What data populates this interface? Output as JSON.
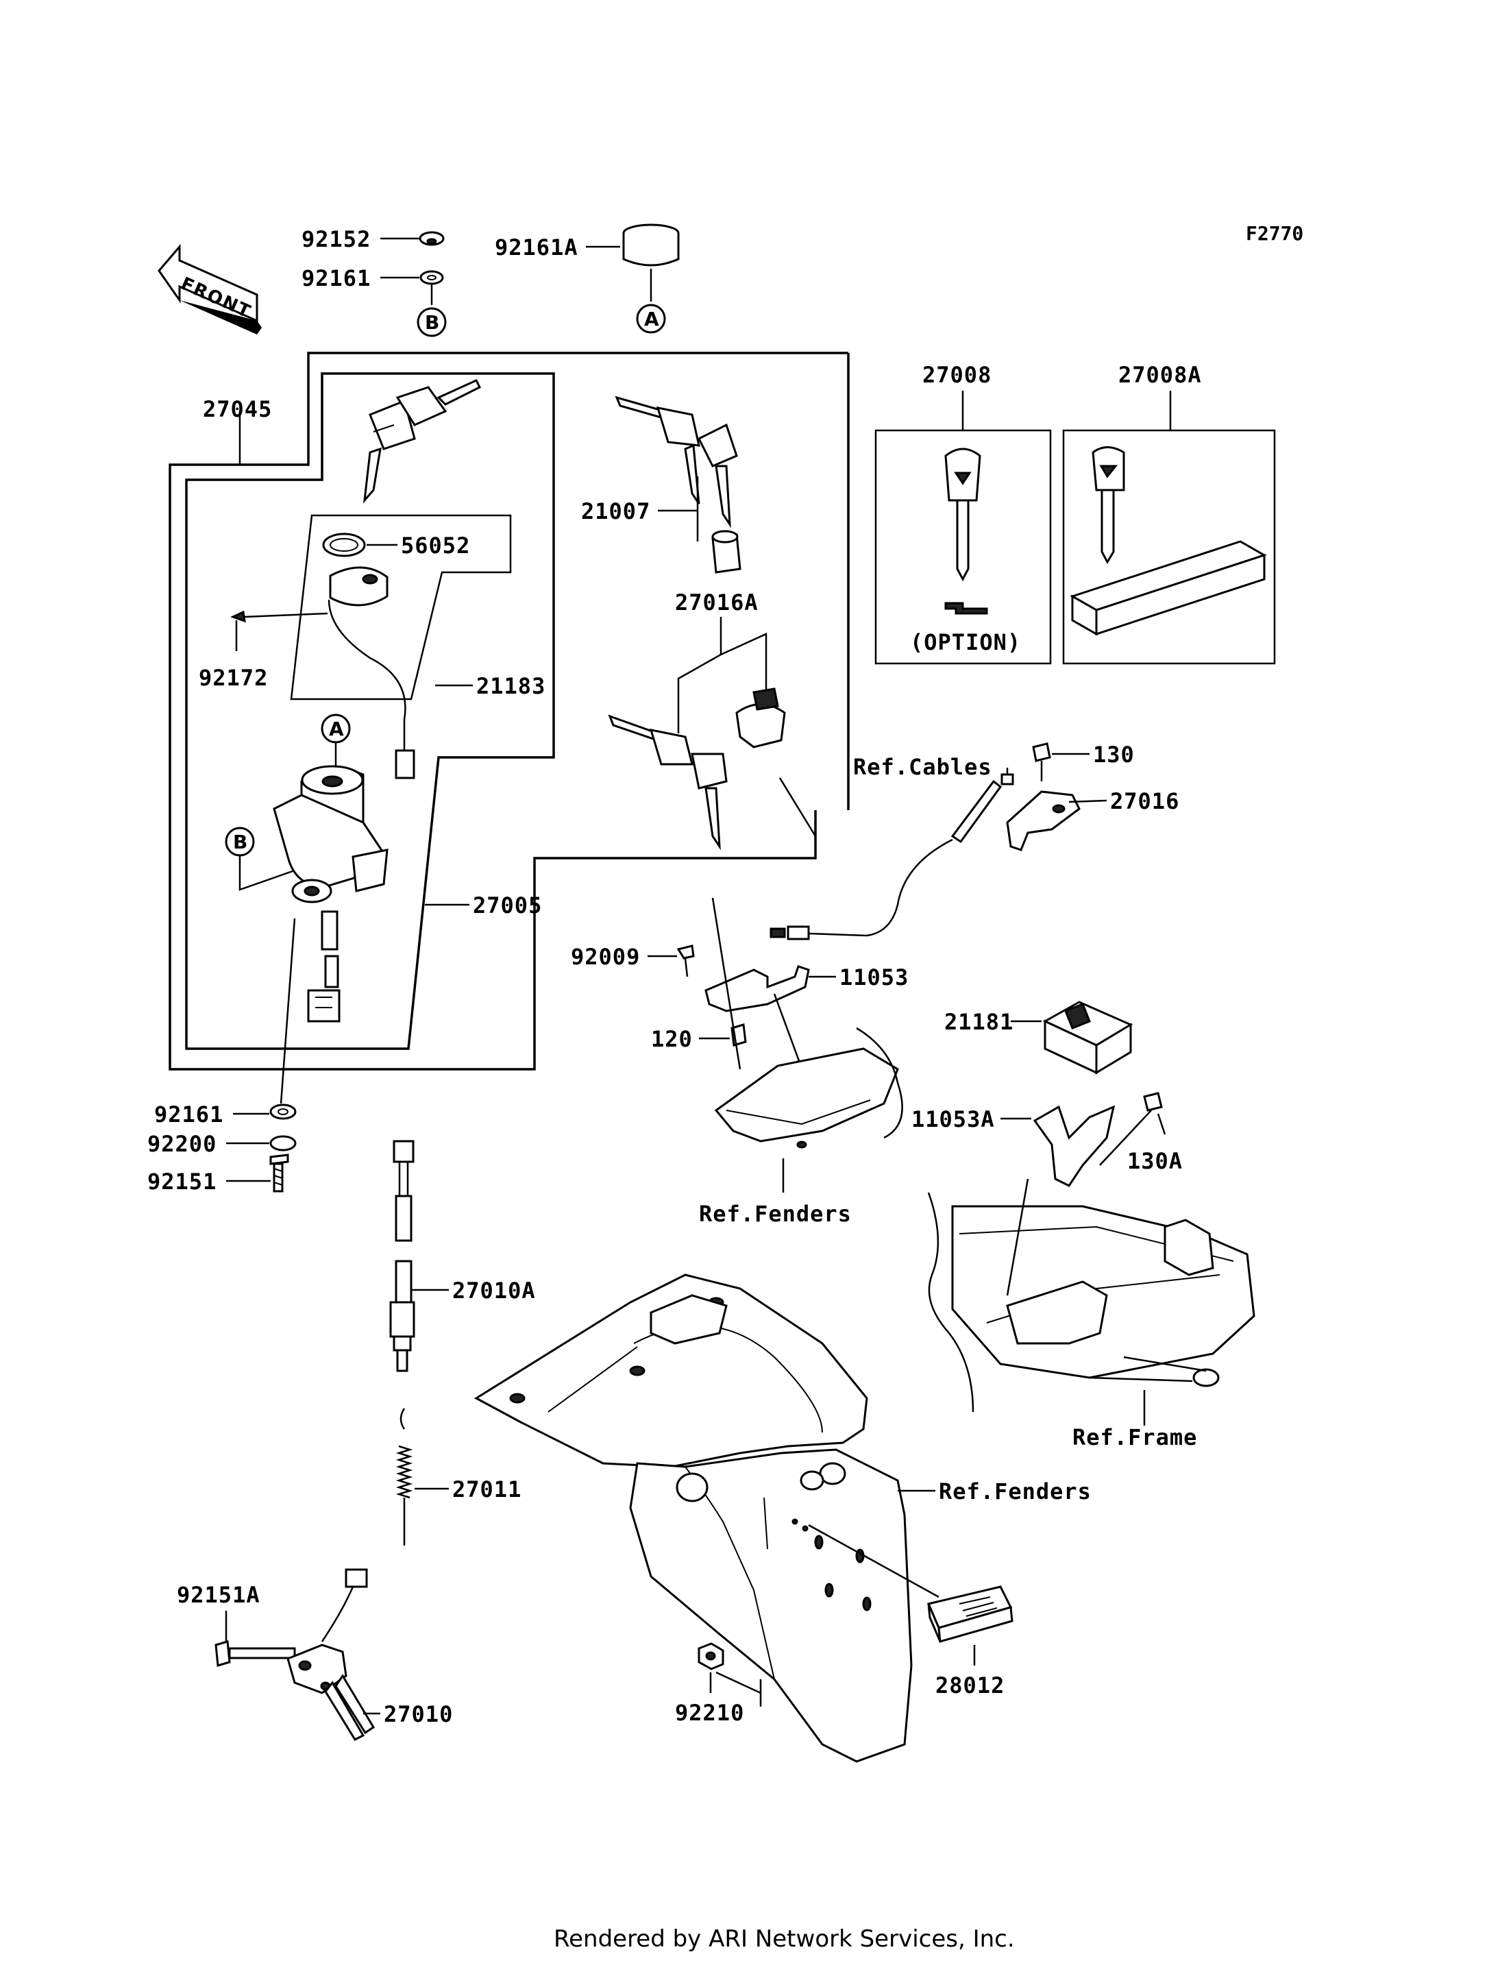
{
  "figure_code": "F2770",
  "footer": "Rendered by ARI Network Services, Inc.",
  "front_label": "FRONT",
  "option_label": "(OPTION)",
  "markers": {
    "a": "A",
    "b": "B"
  },
  "parts": {
    "p92152": "92152",
    "p92161_top": "92161",
    "p92161A": "92161A",
    "p27045": "27045",
    "p56052": "56052",
    "p92172": "92172",
    "p21183": "21183",
    "p27005": "27005",
    "p21007": "21007",
    "p27016A": "27016A",
    "p27008": "27008",
    "p27008A": "27008A",
    "p130": "130",
    "p27016": "27016",
    "p92009": "92009",
    "p11053": "11053",
    "p120": "120",
    "p21181": "21181",
    "p11053A": "11053A",
    "p130A": "130A",
    "p92161_bot": "92161",
    "p92200": "92200",
    "p92151": "92151",
    "p27010A": "27010A",
    "p27011": "27011",
    "p92151A": "92151A",
    "p27010": "27010",
    "p28012": "28012",
    "p92210": "92210"
  },
  "refs": {
    "cables": "Ref.Cables",
    "fenders_top": "Ref.Fenders",
    "frame": "Ref.Frame",
    "fenders_bottom": "Ref.Fenders"
  }
}
